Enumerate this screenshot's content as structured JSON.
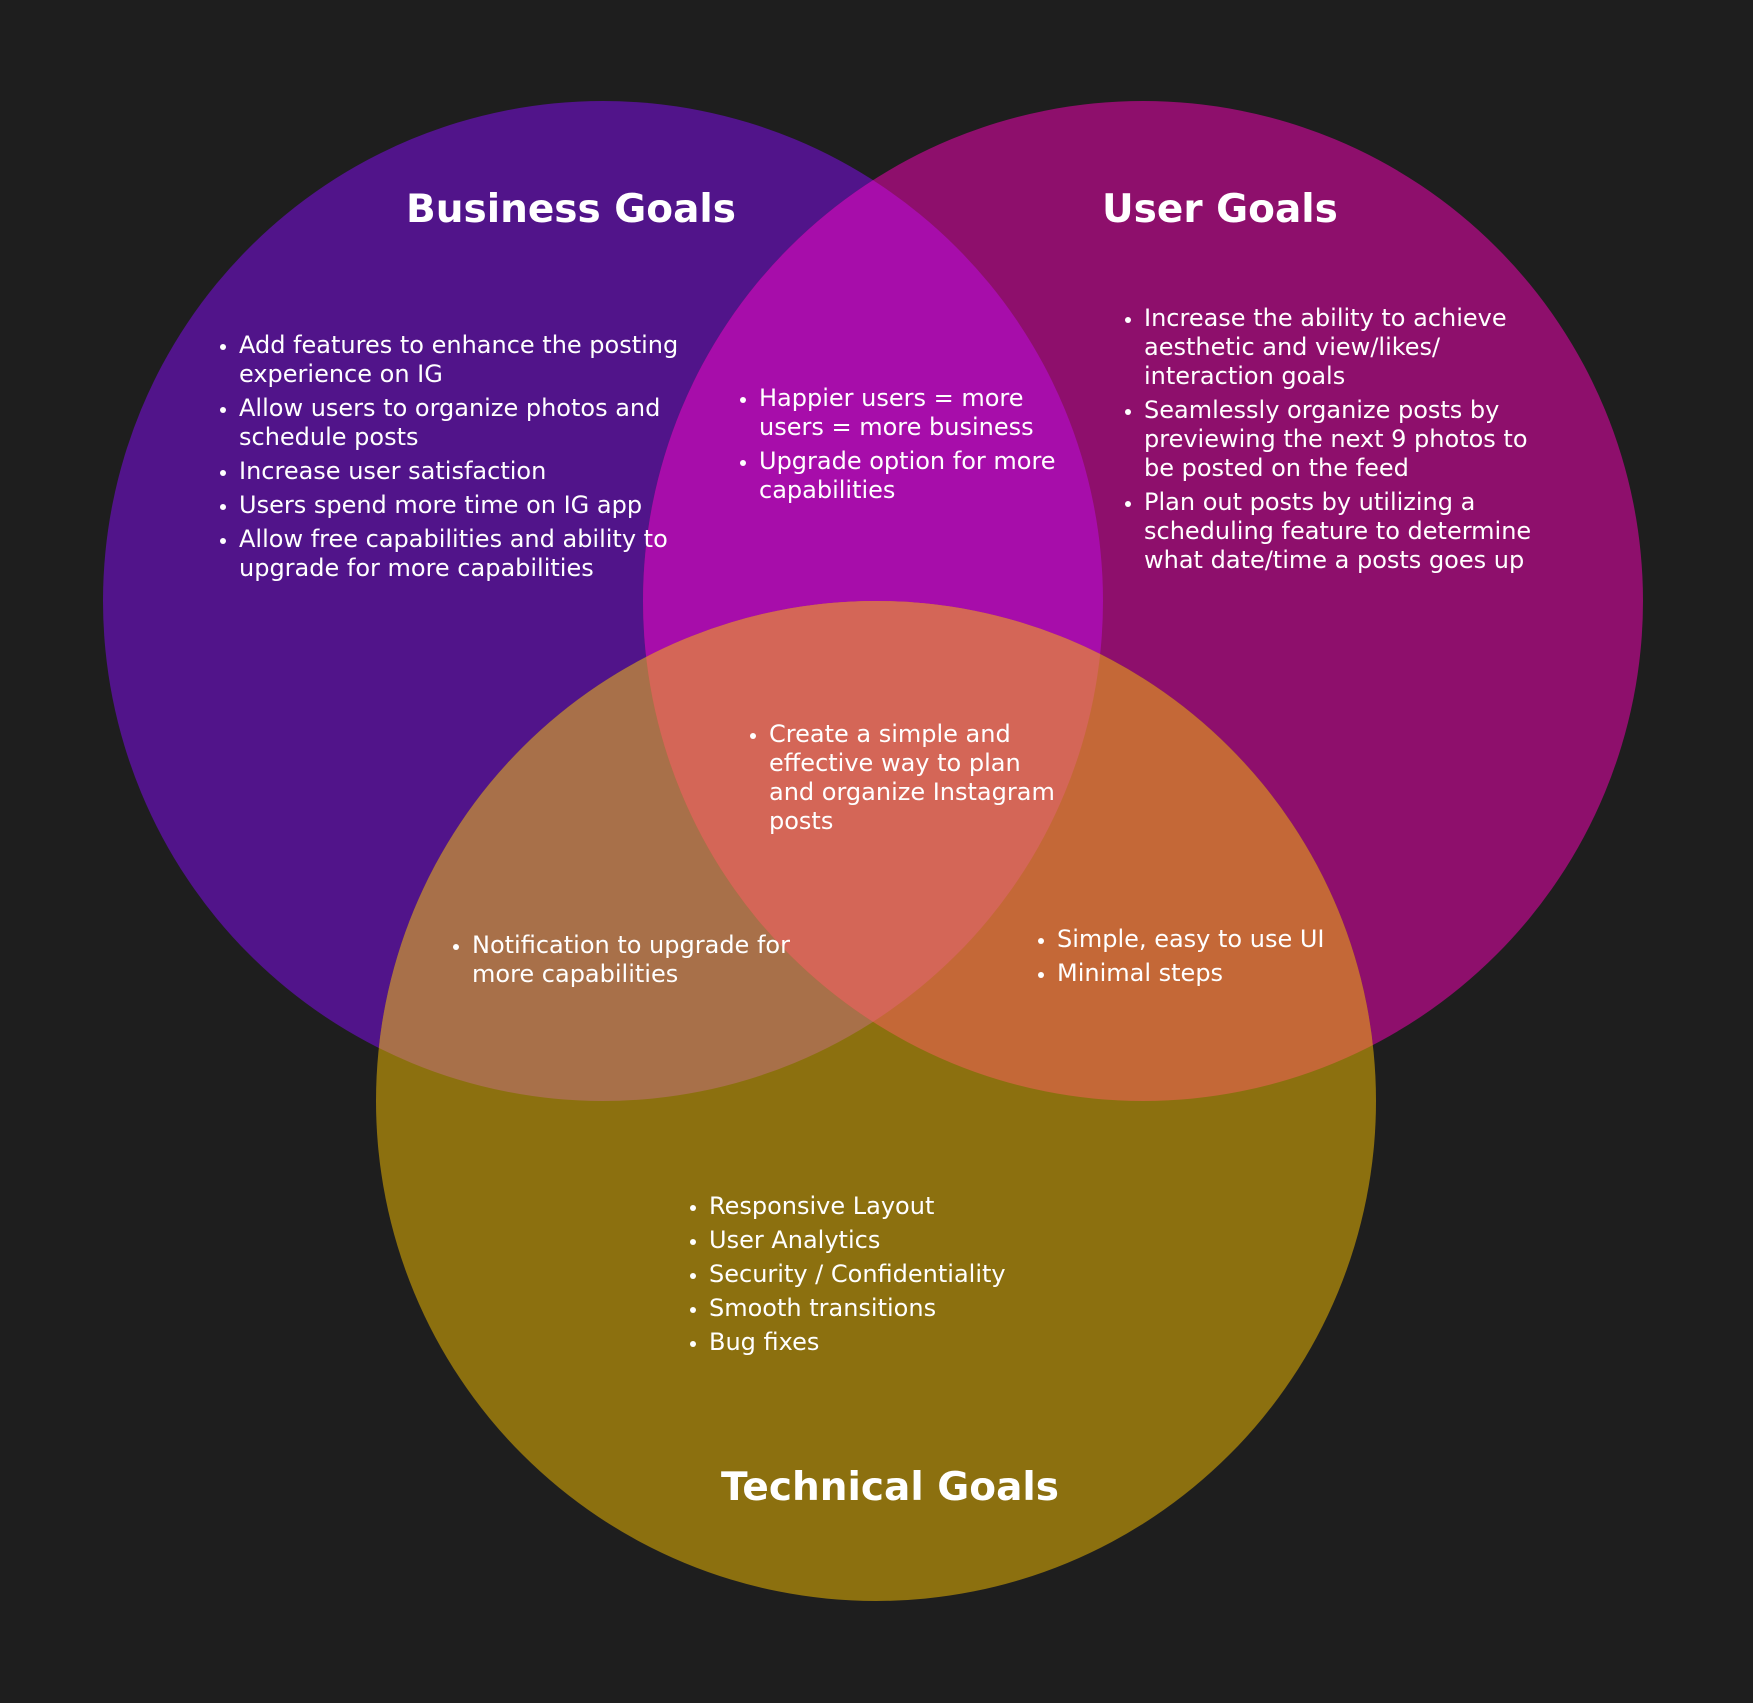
{
  "colors": {
    "background": "#1e1e1e",
    "business": "#51148a",
    "user": "#8e0f6c",
    "technical": "#8c700f",
    "business_user": "#a70daa",
    "business_technical": "#a87049",
    "user_technical": "#c46837",
    "center": "#d46657",
    "text": "#ffffff"
  },
  "sets": {
    "business": {
      "title": "Business Goals",
      "items": [
        "Add features to enhance the posting experience on IG",
        "Allow users to organize photos and schedule posts",
        "Increase user satisfaction",
        "Users spend more time on IG app",
        "Allow free capabilities and ability to upgrade for more capabilities"
      ]
    },
    "user": {
      "title": "User Goals",
      "items": [
        "Increase the ability to achieve aesthetic and view/likes/ interaction goals",
        "Seamlessly organize posts by previewing the next 9 photos to be posted on the feed",
        "Plan out posts by utilizing a scheduling feature to determine what date/time a posts goes up"
      ]
    },
    "technical": {
      "title": "Technical Goals",
      "items": [
        "Responsive Layout",
        "User Analytics",
        "Security / Confidentiality",
        "Smooth transitions",
        "Bug fixes"
      ]
    }
  },
  "overlaps": {
    "business_user": {
      "items": [
        "Happier users = more users = more business",
        "Upgrade option for more capabilities"
      ]
    },
    "business_technical": {
      "items": [
        "Notification to upgrade for more capabilities"
      ]
    },
    "user_technical": {
      "items": [
        "Simple, easy to use UI",
        "Minimal steps"
      ]
    },
    "center": {
      "items": [
        "Create a simple and effective way to plan and organize Instagram posts"
      ]
    }
  }
}
